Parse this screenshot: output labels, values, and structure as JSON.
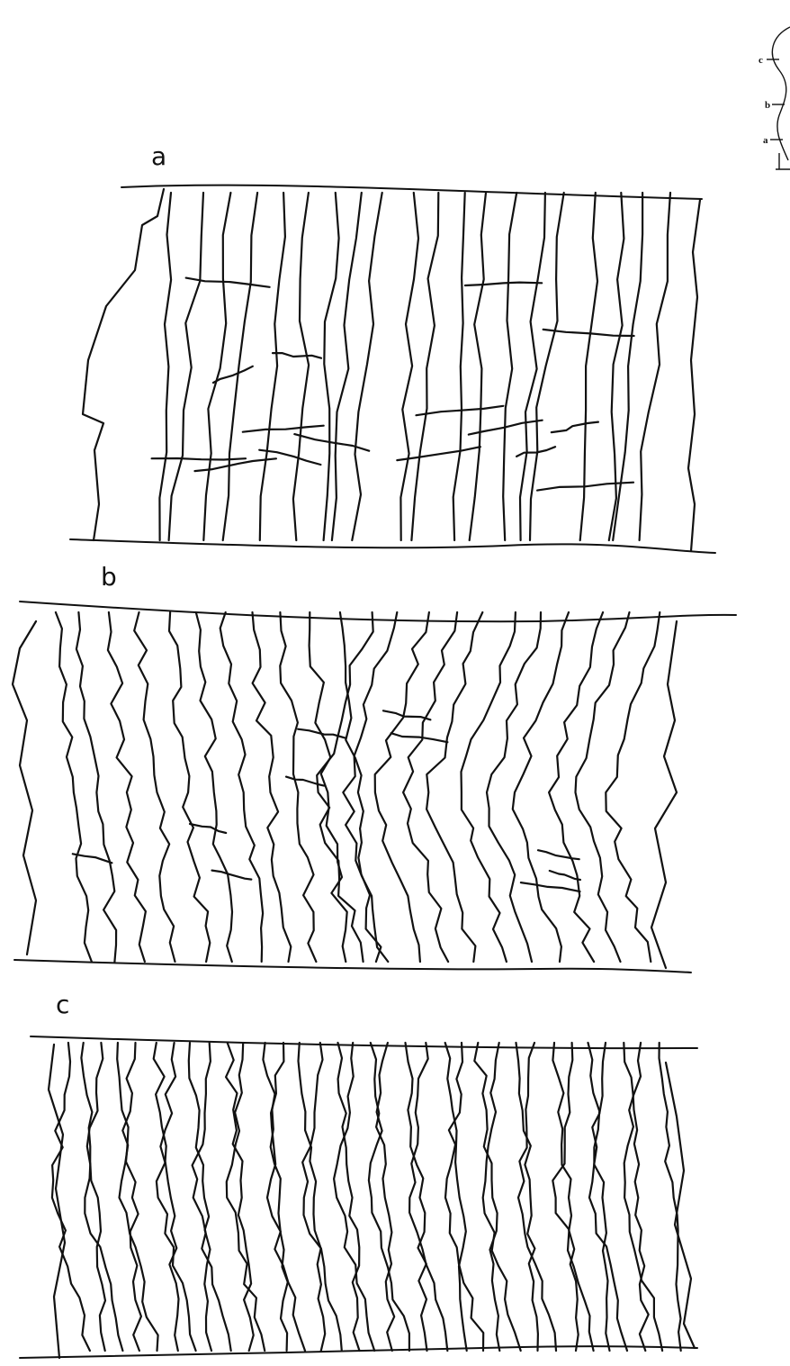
{
  "panels": [
    {
      "id": "a",
      "label": "a"
    },
    {
      "id": "b",
      "label": "b"
    },
    {
      "id": "c",
      "label": "c"
    }
  ],
  "key": {
    "labels": [
      "c",
      "b",
      "a"
    ]
  }
}
